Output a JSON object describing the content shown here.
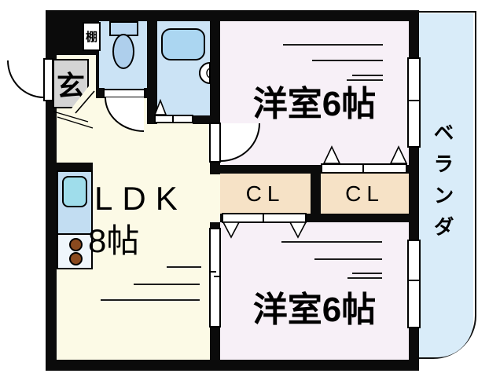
{
  "rooms": {
    "bedroom_top": {
      "label": "洋室6帖"
    },
    "bedroom_bottom": {
      "label": "洋室6帖"
    },
    "ldk": {
      "label": "LDK",
      "size": "8帖"
    },
    "closet_left": {
      "label": "CL"
    },
    "closet_right": {
      "label": "CL"
    },
    "entrance": {
      "label": "玄"
    },
    "shelf": {
      "label": "棚"
    },
    "veranda": {
      "label": "ベランダ"
    }
  },
  "colors": {
    "wall": "#0b0b0b",
    "ldk_floor": "#fcfae6",
    "bedroom_floor": "#f7f0f7",
    "closet_floor": "#f6e2c6",
    "wet_area_floor": "#cbe3f5",
    "bathtub": "#abd6f1",
    "kitchen_counter": "#c2ddf2",
    "kitchen_sink": "#9fddeb",
    "stove_burner": "#8a4a1f",
    "entrance_step": "#d4d4d4",
    "veranda_floor": "#d9ecf9"
  },
  "fixtures": [
    "toilet",
    "bathtub",
    "washbasin",
    "kitchen-sink",
    "stove-burners",
    "shelf"
  ]
}
